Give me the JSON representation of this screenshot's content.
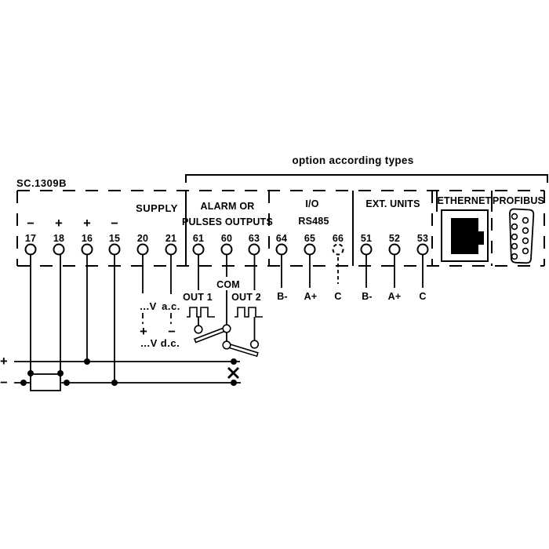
{
  "device": {
    "model": "SC.1309B"
  },
  "bracket": {
    "label": "option according types"
  },
  "sections": {
    "supply": {
      "label": "SUPPLY"
    },
    "alarm": {
      "line1": "ALARM OR",
      "line2": "PULSES OUTPUTS"
    },
    "io": {
      "line1": "I/O",
      "line2": "RS485"
    },
    "ext_units": {
      "label": "EXT. UNITS"
    },
    "ethernet": {
      "label": "ETHERNET",
      "icon": "rj45-jack-icon"
    },
    "profibus": {
      "label": "PROFIBUS",
      "icon": "db9-female-connector-icon"
    }
  },
  "terminals": [
    {
      "number": "17",
      "sign": "−"
    },
    {
      "number": "18",
      "sign": "+"
    },
    {
      "number": "16",
      "sign": "+"
    },
    {
      "number": "15",
      "sign": "−"
    },
    {
      "number": "20",
      "sign": ""
    },
    {
      "number": "21",
      "sign": ""
    },
    {
      "number": "61",
      "label": "OUT 1"
    },
    {
      "number": "60",
      "label": "COM"
    },
    {
      "number": "63",
      "label": "OUT 2"
    },
    {
      "number": "64",
      "label": "B-"
    },
    {
      "number": "65",
      "label": "A+"
    },
    {
      "number": "66",
      "label": "C"
    },
    {
      "number": "51",
      "label": "B-"
    },
    {
      "number": "52",
      "label": "A+"
    },
    {
      "number": "53",
      "label": "C"
    }
  ],
  "supply_note": {
    "ac": {
      "volts": "...V",
      "type": "a.c."
    },
    "dc": {
      "volts": "...V",
      "type": "d.c."
    },
    "plus": "+",
    "minus": "−"
  },
  "bus": {
    "plus": "+",
    "minus": "−"
  },
  "symbols": {
    "pulse_output": "pulse-waveform-icon",
    "changeover_contact": "relay-contact-icon",
    "shunt": "shunt-fuse-box",
    "junction": "connection-dot",
    "cross": "x-mark-icon"
  },
  "colors": {
    "line": "#000000",
    "background": "#ffffff"
  }
}
